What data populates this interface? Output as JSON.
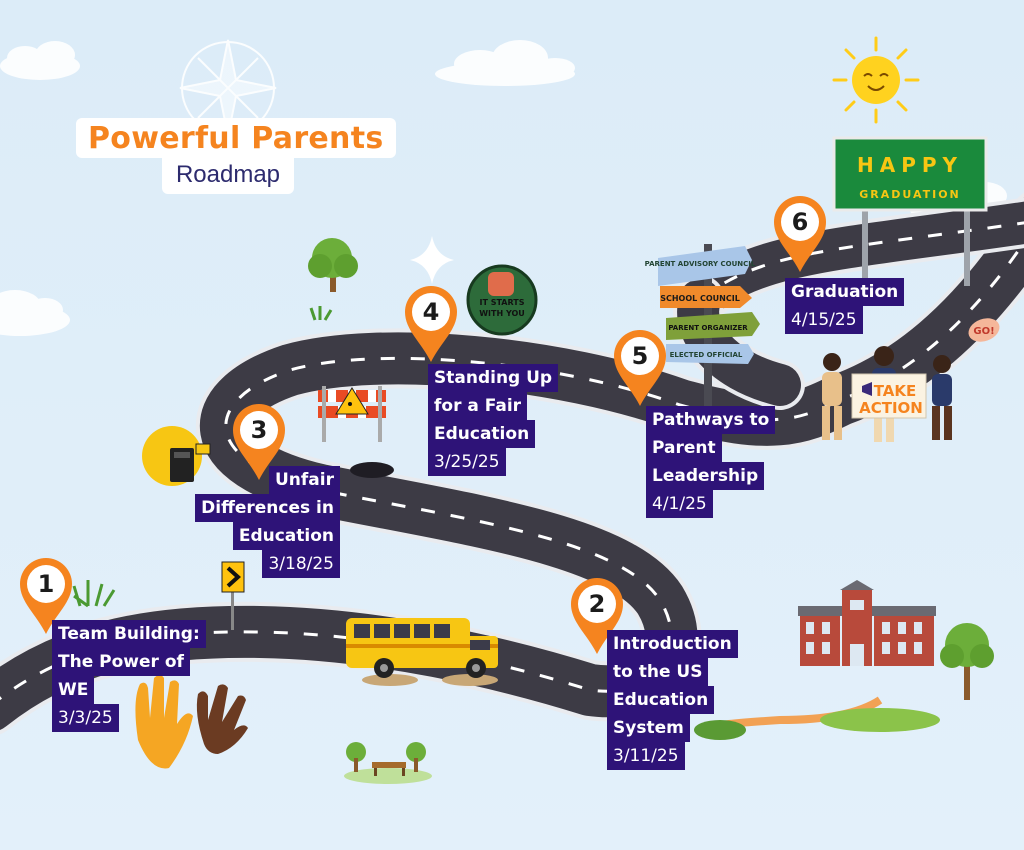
{
  "title": {
    "main": "Powerful Parents",
    "sub": "Roadmap"
  },
  "steps": [
    {
      "number": "1",
      "lines": [
        "Team Building:",
        "The Power of",
        "WE"
      ],
      "date": "3/3/25"
    },
    {
      "number": "2",
      "lines": [
        "Introduction",
        "to the US",
        "Education",
        "System"
      ],
      "date": "3/11/25"
    },
    {
      "number": "3",
      "lines": [
        "Unfair",
        "Differences in",
        "Education"
      ],
      "date": "3/18/25"
    },
    {
      "number": "4",
      "lines": [
        "Standing Up",
        "for a Fair",
        "Education"
      ],
      "date": "3/25/25"
    },
    {
      "number": "5",
      "lines": [
        "Pathways to",
        "Parent",
        "Leadership"
      ],
      "date": "4/1/25"
    },
    {
      "number": "6",
      "lines": [
        "Graduation"
      ],
      "date": "4/15/25"
    }
  ],
  "signpost": [
    "PARENT ADVISORY COUNCIL",
    "SCHOOL COUNCIL",
    "PARENT ORGANIZER",
    "ELECTED OFFICIAL"
  ],
  "badge": {
    "line1": "IT STARTS",
    "line2": "WITH YOU"
  },
  "billboard": {
    "word1": "HAPPY",
    "word2": "GRADUATION"
  },
  "protest_sign": {
    "line1": "TAKE",
    "line2": "ACTION"
  },
  "megaphone_bubble": "GO!",
  "colors": {
    "accent": "#f5841f",
    "label_bg": "#2e1378",
    "road": "#3d3b45",
    "sky": "#dcedf9"
  }
}
